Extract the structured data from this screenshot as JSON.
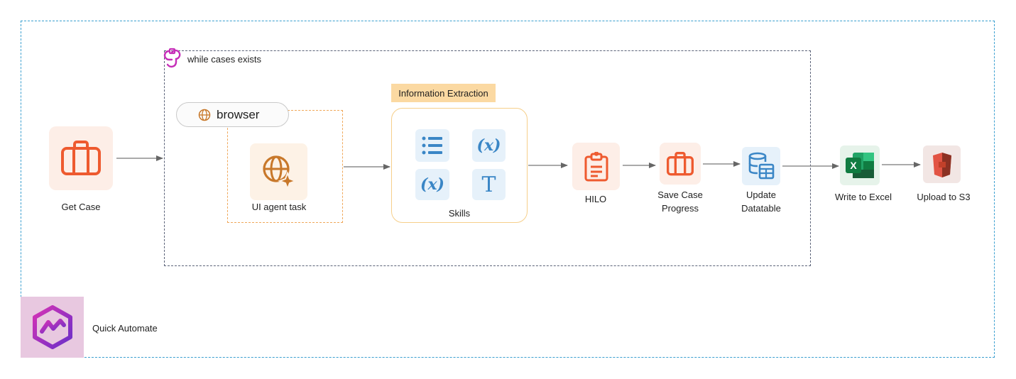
{
  "diagram": {
    "loop_label": "while cases exists",
    "browser_label": "browser",
    "section_tag": "Information Extraction",
    "nodes": {
      "get_case": "Get Case",
      "ui_agent_task": "UI agent task",
      "skills": "Skills",
      "hilo": "HILO",
      "save_case_progress_line1": "Save Case",
      "save_case_progress_line2": "Progress",
      "update_datatable_line1": "Update",
      "update_datatable_line2": "Datatable",
      "write_to_excel": "Write to Excel",
      "upload_to_s3": "Upload to S3"
    },
    "platform_label": "Quick Automate",
    "icons": {
      "get_case": "briefcase-icon",
      "loop": "loop-icon",
      "browser": "globe-icon",
      "ui_agent": "globe-sparkle-icon",
      "skills": [
        "list-icon",
        "variable-icon",
        "variable-icon",
        "text-icon"
      ],
      "hilo": "clipboard-icon",
      "save_case": "briefcase-icon",
      "datatable": "database-table-icon",
      "excel": "excel-icon",
      "s3": "s3-bucket-icon",
      "platform": "quick-automate-logo"
    },
    "colors": {
      "orange": "#ee5a2f",
      "amber": "#c8782a",
      "blue": "#3a86c6",
      "purple": "#c62fb8",
      "excel_green": "#1f7a43",
      "s3_red": "#c2402a"
    }
  }
}
